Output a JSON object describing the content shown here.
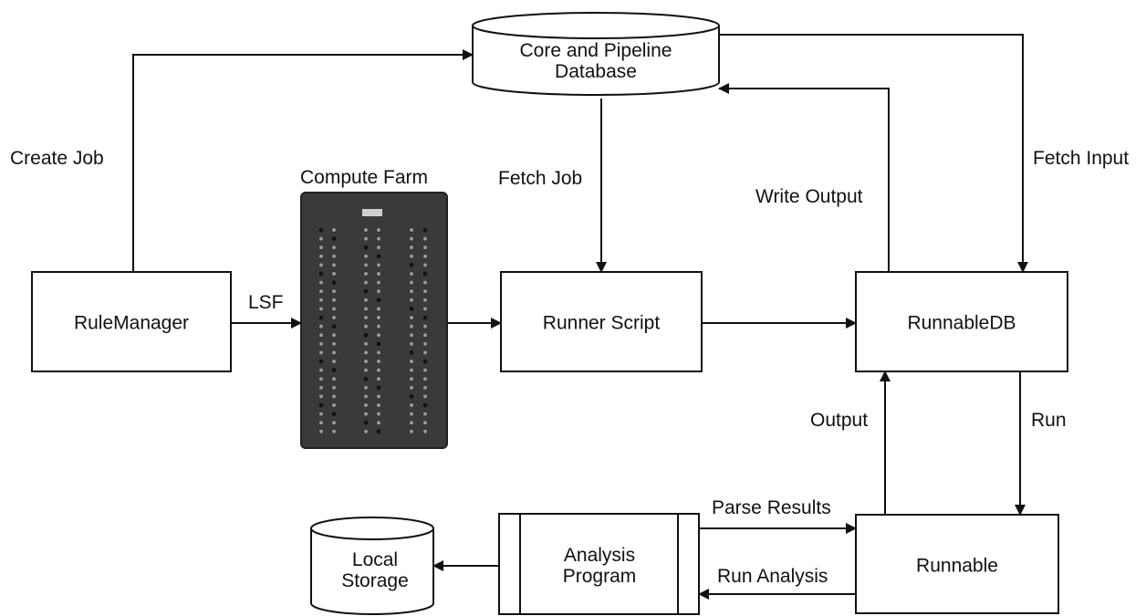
{
  "nodes": {
    "core_db": "Core and Pipeline Database",
    "rule_manager": "RuleManager",
    "compute_farm": "Compute Farm",
    "runner_script": "Runner Script",
    "runnable_db": "RunnableDB",
    "runnable": "Runnable",
    "analysis_program": "Analysis Program",
    "local_storage": "Local Storage"
  },
  "edges": {
    "create_job": "Create Job",
    "lsf": "LSF",
    "fetch_job": "Fetch Job",
    "write_output": "Write Output",
    "fetch_input": "Fetch Input",
    "output": "Output",
    "run": "Run",
    "parse_results": "Parse Results",
    "run_analysis": "Run Analysis"
  },
  "colors": {
    "line": "#111111",
    "farm_body": "#3a3a3a",
    "farm_badge": "#cfcfcf"
  }
}
